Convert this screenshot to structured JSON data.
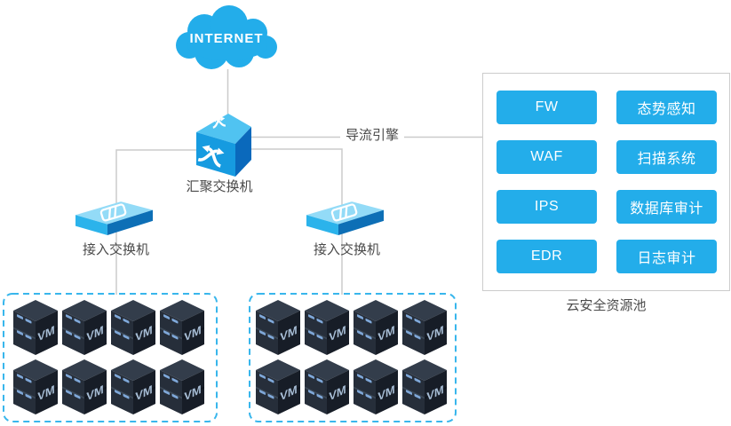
{
  "nodes": {
    "internet": {
      "label": "INTERNET"
    },
    "aggregation_switch": {
      "label": "汇聚交换机"
    },
    "access_switch_1": {
      "label": "接入交换机"
    },
    "access_switch_2": {
      "label": "接入交换机"
    },
    "vm_server": {
      "label": "VM"
    },
    "vm_cluster_1": {
      "server_count": 8
    },
    "vm_cluster_2": {
      "server_count": 8
    }
  },
  "links": {
    "diversion_engine": {
      "label": "导流引擎"
    }
  },
  "resource_pool": {
    "title": "云安全资源池",
    "services": [
      "FW",
      "态势感知",
      "WAF",
      "扫描系统",
      "IPS",
      "数据库审计",
      "EDR",
      "日志审计"
    ]
  },
  "colors": {
    "accent_cyan": "#23ADEA",
    "cube_top": "#50C3F1",
    "cube_front": "#169BE0",
    "cube_side": "#0A69BC",
    "switch_top": "#93DBF7",
    "server_front": "#262E3A",
    "server_side": "#171D27",
    "server_top": "#333D4B",
    "vm_text": "#A5BBD3",
    "connector_grey": "#CBCBCB",
    "cluster_border": "#38B6EC",
    "label_text": "#4A4A4A",
    "pool_border": "#CCCCCC"
  }
}
